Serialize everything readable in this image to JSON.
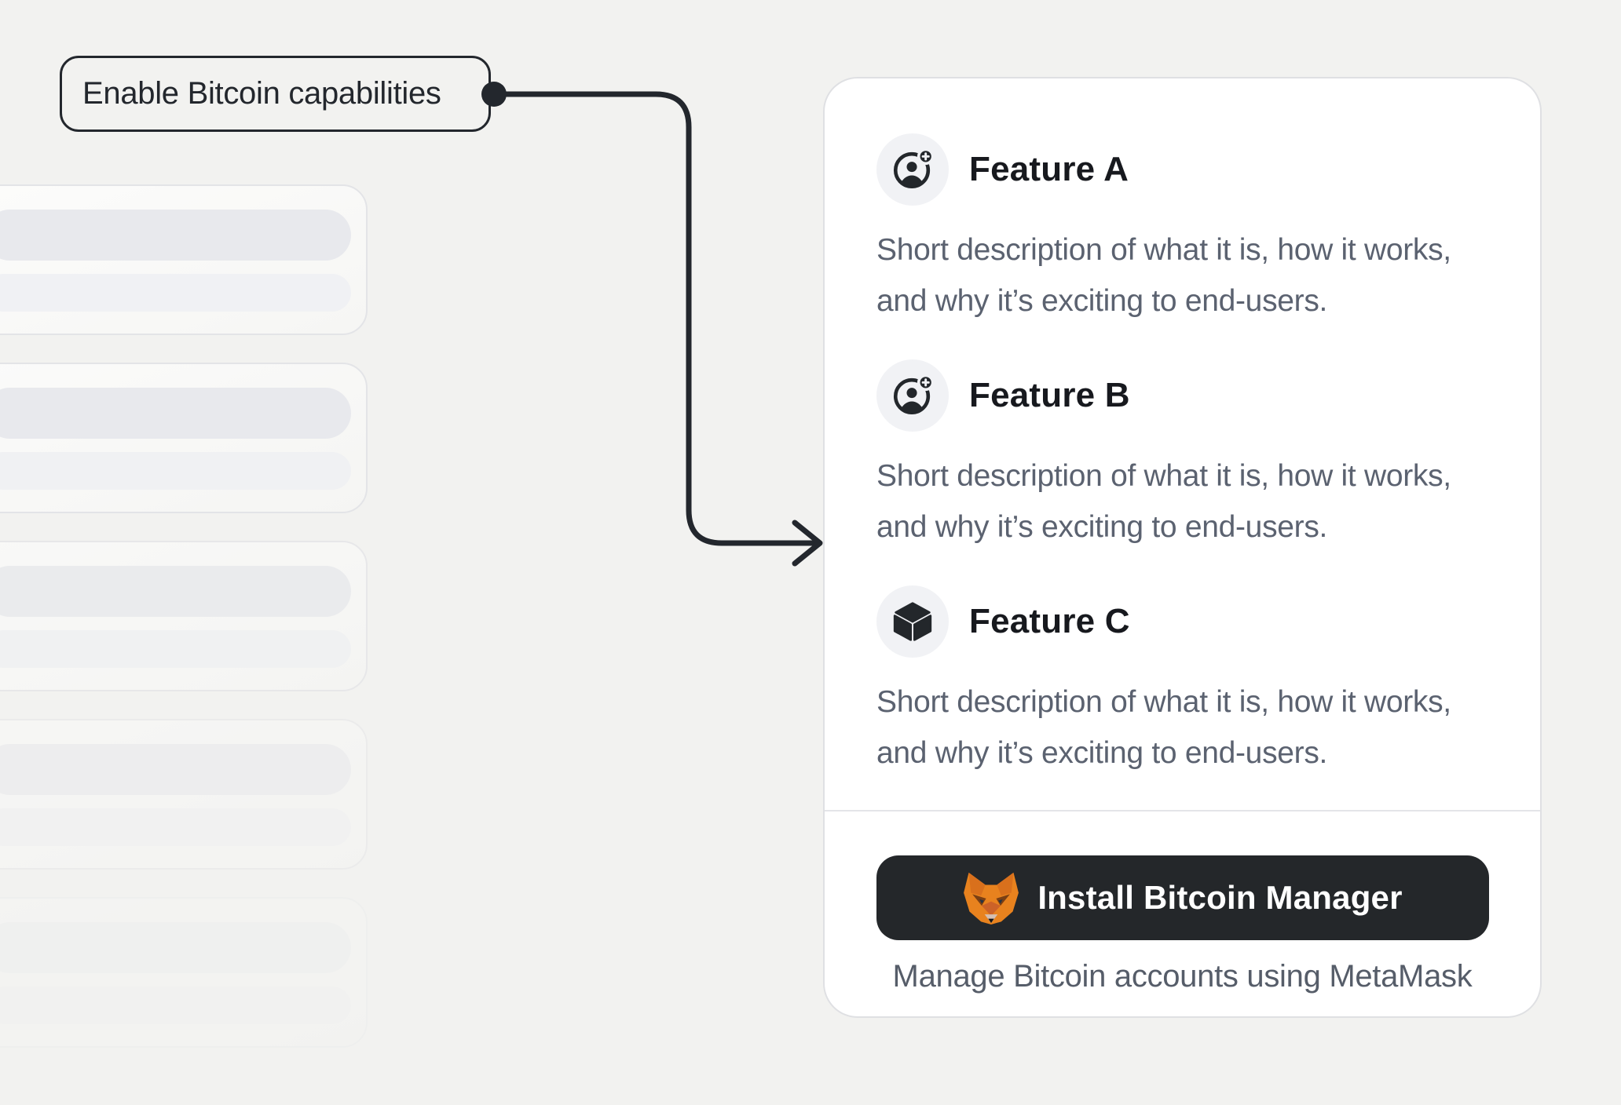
{
  "annotation": {
    "label": "Enable Bitcoin capabilities"
  },
  "skeleton": {
    "card_count": 5,
    "bars_per_card": 2
  },
  "panel": {
    "features": [
      {
        "icon": "account-plus-icon",
        "title": "Feature A",
        "description": "Short description of what it is, how it works, and why it’s exciting to end-users."
      },
      {
        "icon": "account-plus-icon",
        "title": "Feature B",
        "description": "Short description of what it is, how it works, and why it’s exciting to end-users."
      },
      {
        "icon": "cube-icon",
        "title": "Feature C",
        "description": "Short description of what it is, how it works, and why it’s exciting to end-users."
      }
    ],
    "footer": {
      "install_button": "Install Bitcoin Manager",
      "caption": "Manage Bitcoin accounts using MetaMask"
    }
  },
  "colors": {
    "page_background": "#f2f2f0",
    "accent_dark": "#24272a",
    "metamask_orange": "#e8821e",
    "text_muted": "#5b6270"
  }
}
